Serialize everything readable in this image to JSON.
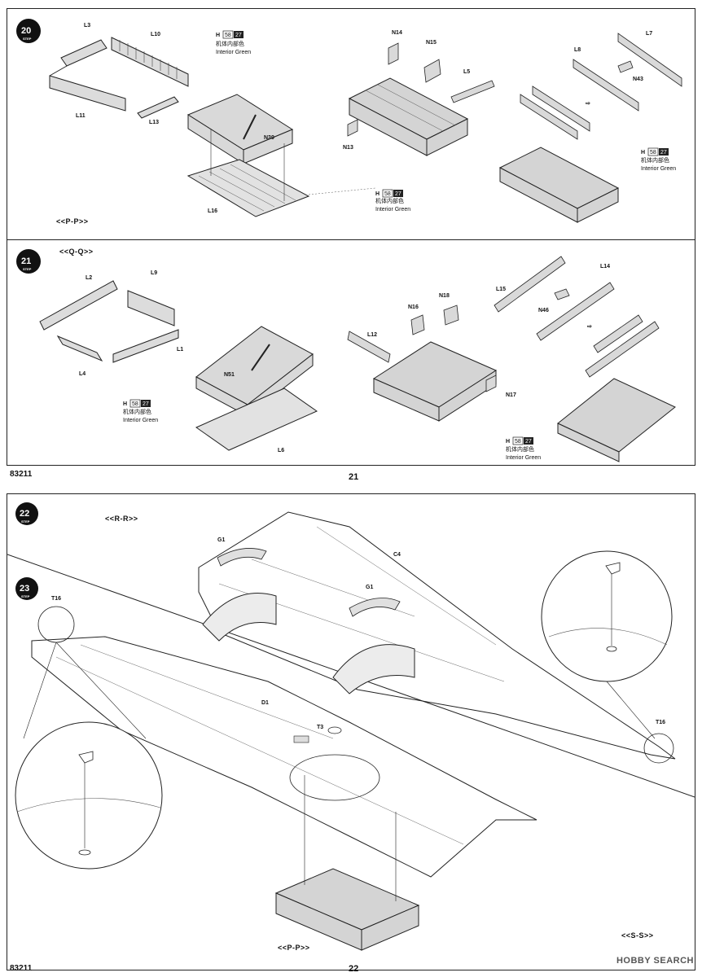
{
  "pages": {
    "upper": {
      "number": "21",
      "code": "83211"
    },
    "lower": {
      "number": "22",
      "code": "83211"
    }
  },
  "steps": {
    "s20": {
      "number": "20",
      "step_label": "STEP",
      "subassembly": "<<P-P>>",
      "parts": {
        "l3": "L3",
        "l10": "L10",
        "l11": "L11",
        "l13": "L13",
        "n39": "N39",
        "l16": "L16",
        "n14": "N14",
        "n15": "N15",
        "l5": "L5",
        "n13": "N13",
        "l8": "L8",
        "l7": "L7",
        "n43": "N43"
      },
      "paint_a": {
        "code_h": "H",
        "code_58": "58",
        "code_27": "27",
        "chinese": "机体内部色",
        "english": "Interior Green"
      },
      "paint_b": {
        "code_h": "H",
        "code_58": "58",
        "code_27": "27",
        "chinese": "机体内部色",
        "english": "Interior Green"
      },
      "paint_c": {
        "code_h": "H",
        "code_58": "58",
        "code_27": "27",
        "chinese": "机体内部色",
        "english": "Interior Green"
      }
    },
    "s21": {
      "number": "21",
      "step_label": "STEP",
      "subassembly": "<<Q-Q>>",
      "parts": {
        "l2": "L2",
        "l9": "L9",
        "l4": "L4",
        "l1": "L1",
        "n51": "N51",
        "l6": "L6",
        "l12": "L12",
        "n16": "N16",
        "n18": "N18",
        "n17": "N17",
        "l15": "L15",
        "l14": "L14",
        "n46": "N46"
      },
      "paint_a": {
        "code_h": "H",
        "code_58": "58",
        "code_27": "27",
        "chinese": "机体内部色",
        "english": "Interior Green"
      },
      "paint_b": {
        "code_h": "H",
        "code_58": "58",
        "code_27": "27",
        "chinese": "机体内部色",
        "english": "Interior Green"
      }
    },
    "s22": {
      "number": "22",
      "step_label": "STEP",
      "subassembly": "<<R-R>>",
      "parts": {
        "g1a": "G1",
        "g1b": "G1",
        "c4": "C4",
        "t16": "T16"
      }
    },
    "s23": {
      "number": "23",
      "step_label": "STEP",
      "subassembly_bottom": "<<P-P>>",
      "subassembly_right": "<<S-S>>",
      "parts": {
        "t16": "T16",
        "d1": "D1",
        "t3": "T3"
      }
    }
  },
  "watermark": "HOBBY SEARCH",
  "colors": {
    "line": "#222222",
    "panel": "#ffffff",
    "part_fill": "#d9d9d9",
    "paint_box": "#222222"
  }
}
